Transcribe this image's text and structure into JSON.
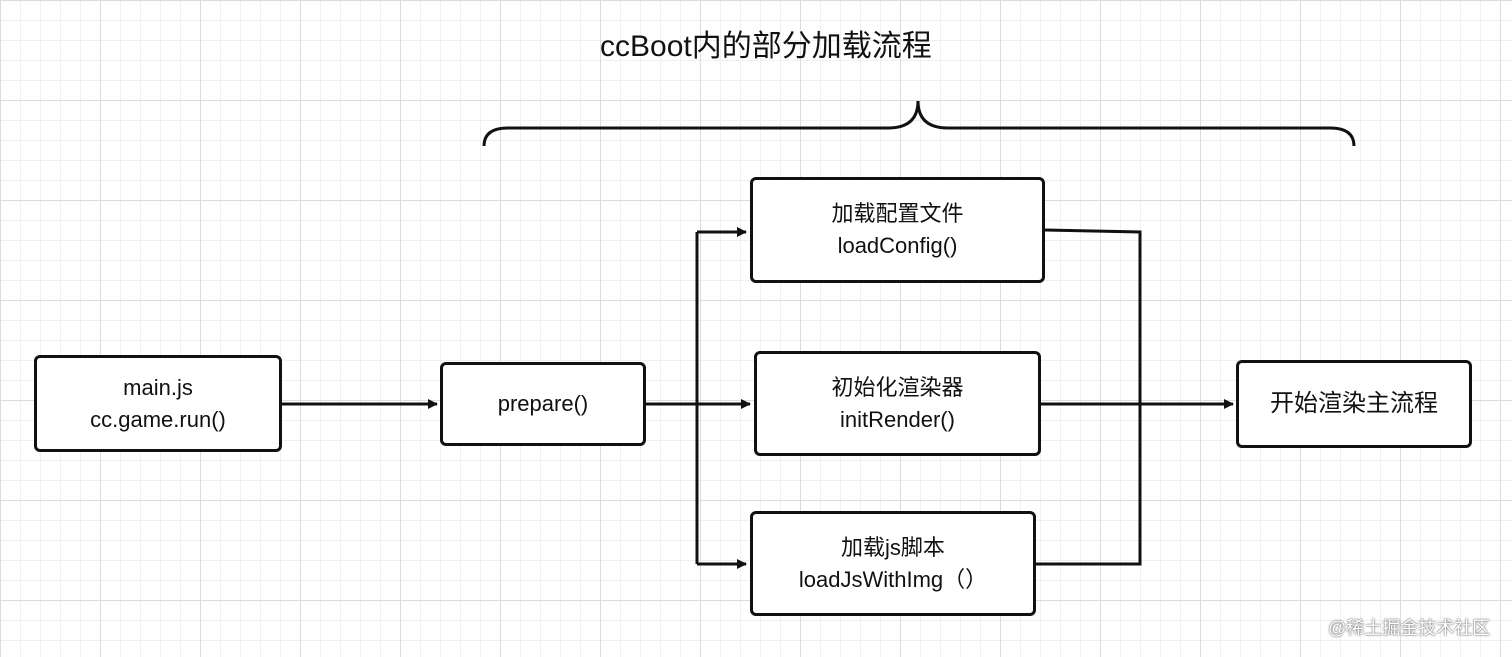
{
  "title": "ccBoot内的部分加载流程",
  "nodes": {
    "main": {
      "line1": "main.js",
      "line2": "cc.game.run()"
    },
    "prepare": {
      "line1": "prepare()"
    },
    "load_config": {
      "line1": "加载配置文件",
      "line2": "loadConfig()"
    },
    "init_render": {
      "line1": "初始化渲染器",
      "line2": "initRender()"
    },
    "load_js": {
      "line1": "加载js脚本",
      "line2": "loadJsWithImg（）"
    },
    "main_flow": {
      "line1": "开始渲染主流程"
    }
  },
  "edges": [
    {
      "from": "main",
      "to": "prepare"
    },
    {
      "from": "prepare",
      "to": "load_config"
    },
    {
      "from": "prepare",
      "to": "init_render"
    },
    {
      "from": "prepare",
      "to": "load_js"
    },
    {
      "from": "load_config",
      "to": "main_flow"
    },
    {
      "from": "init_render",
      "to": "main_flow"
    },
    {
      "from": "load_js",
      "to": "main_flow"
    }
  ],
  "watermark": "@稀土掘金技术社区",
  "colors": {
    "line": "#111111",
    "grid_major": "#dcdcdc",
    "grid_minor": "#f0f0f0",
    "background": "#ffffff"
  }
}
